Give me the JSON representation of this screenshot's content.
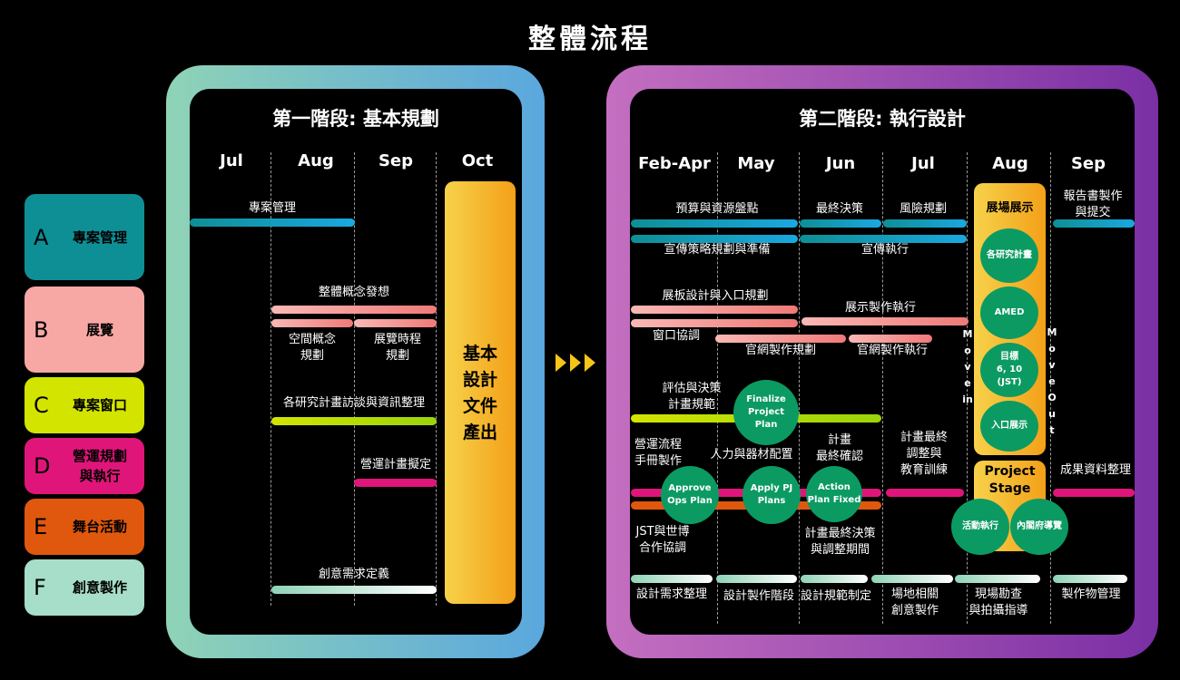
{
  "title": "整體流程",
  "legend": [
    {
      "letter": "A",
      "name": "專案管理",
      "color": "#0e8f96"
    },
    {
      "letter": "B",
      "name": "展覽",
      "color": "#f7a8a5"
    },
    {
      "letter": "C",
      "name": "專案窗口",
      "color": "#d3e400"
    },
    {
      "letter": "D",
      "name": "營運規劃\n與執行",
      "color": "#e0157a"
    },
    {
      "letter": "E",
      "name": "舞台活動",
      "color": "#e0580e"
    },
    {
      "letter": "F",
      "name": "創意製作",
      "color": "#a6dec9"
    }
  ],
  "phase1": {
    "title": "第一階段: 基本規劃",
    "months": [
      "Jul",
      "Aug",
      "Sep",
      "Oct"
    ],
    "output_block": "基本\n設計\n文件\n產出",
    "labels": {
      "pm": "專案管理",
      "concept": "整體概念發想",
      "space": "空間概念\n規劃",
      "schedule": "展覽時程\n規劃",
      "interview": "各研究計畫訪談與資訊整理",
      "ops": "營運計畫擬定",
      "creative": "創意需求定義"
    }
  },
  "phase2": {
    "title": "第二階段: 執行設計",
    "months": [
      "Feb-Apr",
      "May",
      "Jun",
      "Jul",
      "Aug",
      "Sep"
    ],
    "labels": {
      "budget": "預算與資源盤點",
      "decision": "最終決策",
      "risk": "風險規劃",
      "report": "報告書製作\n與提交",
      "promo_plan": "宣傳策略規劃與準備",
      "promo_exec": "宣傳執行",
      "panel": "展板設計與入口規劃",
      "display_exec": "展示製作執行",
      "window": "窗口協調",
      "web_plan": "官網製作規劃",
      "web_exec": "官網製作執行",
      "eval": "評估與決策\n計畫規範",
      "plan_confirm": "計畫\n最終確認",
      "plan_adjust": "計畫最終\n調整與\n教育訓練",
      "ops_manual": "營運流程\n手冊製作",
      "staffing": "人力與器材配置",
      "results": "成果資料整理",
      "jst": "JST與世博\n合作協調",
      "final_decision": "計畫最終決策\n與調整期間",
      "design_req": "設計需求整理",
      "design_phase": "設計製作階段",
      "design_spec": "設計規範制定",
      "venue": "場地相關\n創意製作",
      "site": "現場勘查\n與拍攝指導",
      "artifacts": "製作物管理"
    },
    "circles": {
      "finalize": "Finalize\nProject\nPlan",
      "approve": "Approve\nOps Plan",
      "apply": "Apply PJ\nPlans",
      "action": "Action\nPlan Fixed"
    },
    "exhibit_block": {
      "title": "展場展示",
      "items": [
        "各研究計畫",
        "AMED",
        "目標\n6, 10\n(JST)",
        "入口展示"
      ]
    },
    "stage_block": {
      "title": "Project\nStage",
      "items": [
        "活動執行",
        "內閣府導覽"
      ]
    },
    "move_in": "Move in",
    "move_out": "Move Out"
  }
}
